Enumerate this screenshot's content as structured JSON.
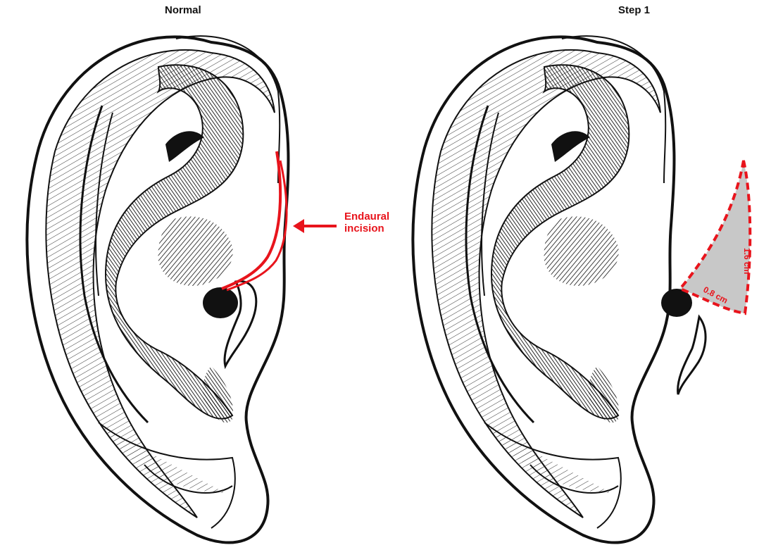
{
  "panels": [
    {
      "title": "Normal"
    },
    {
      "title": "Step 1"
    }
  ],
  "callout": {
    "line1": "Endaural",
    "line2": "incision"
  },
  "dimensions": {
    "height": "1.6 cm",
    "base": "0.8 cm"
  },
  "colors": {
    "ink": "#111111",
    "incision": "#e8141c",
    "excised": "#c8c8c8"
  }
}
